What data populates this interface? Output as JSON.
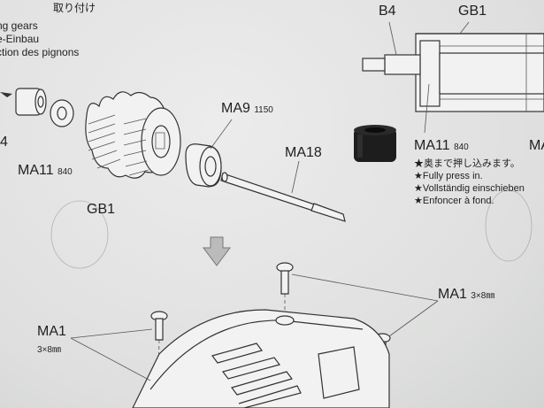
{
  "header": {
    "line1": "取り付け",
    "line2": "ng gears",
    "line3": "e-Einbau",
    "line4": "ction des pignons"
  },
  "labels": {
    "ma9": "MA9",
    "ma9_num": "1150",
    "ma18": "MA18",
    "ma11_left": "MA11",
    "ma11_left_num": "840",
    "gb1_left": "GB1",
    "b4": "B4",
    "gb1_right": "GB1",
    "ma11_right": "MA11",
    "ma11_right_num": "840",
    "ma_partial": "MA",
    "left_partial": "4",
    "ma1_left": "MA1",
    "ma1_left_size": "3×8㎜",
    "ma1_right": "MA1",
    "ma1_right_size": "3×8㎜"
  },
  "instructions": {
    "jp": "★奥まで押し込みます。",
    "en": "★Fully press in.",
    "de": "★Vollständig einschieben",
    "fr": "★Enfoncer à fond."
  }
}
